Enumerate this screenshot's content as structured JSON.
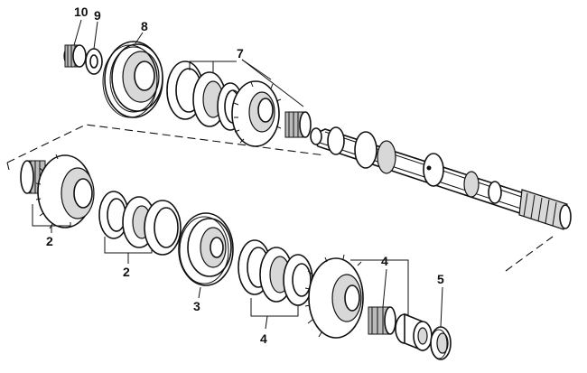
{
  "diagram": {
    "callouts": [
      {
        "id": "10",
        "text": "10"
      },
      {
        "id": "9",
        "text": "9"
      },
      {
        "id": "8",
        "text": "8"
      },
      {
        "id": "7",
        "text": "7"
      },
      {
        "id": "2a",
        "text": "2"
      },
      {
        "id": "2b",
        "text": "2"
      },
      {
        "id": "3",
        "text": "3"
      },
      {
        "id": "4a",
        "text": "4"
      },
      {
        "id": "4b",
        "text": "4"
      },
      {
        "id": "5",
        "text": "5"
      }
    ]
  }
}
